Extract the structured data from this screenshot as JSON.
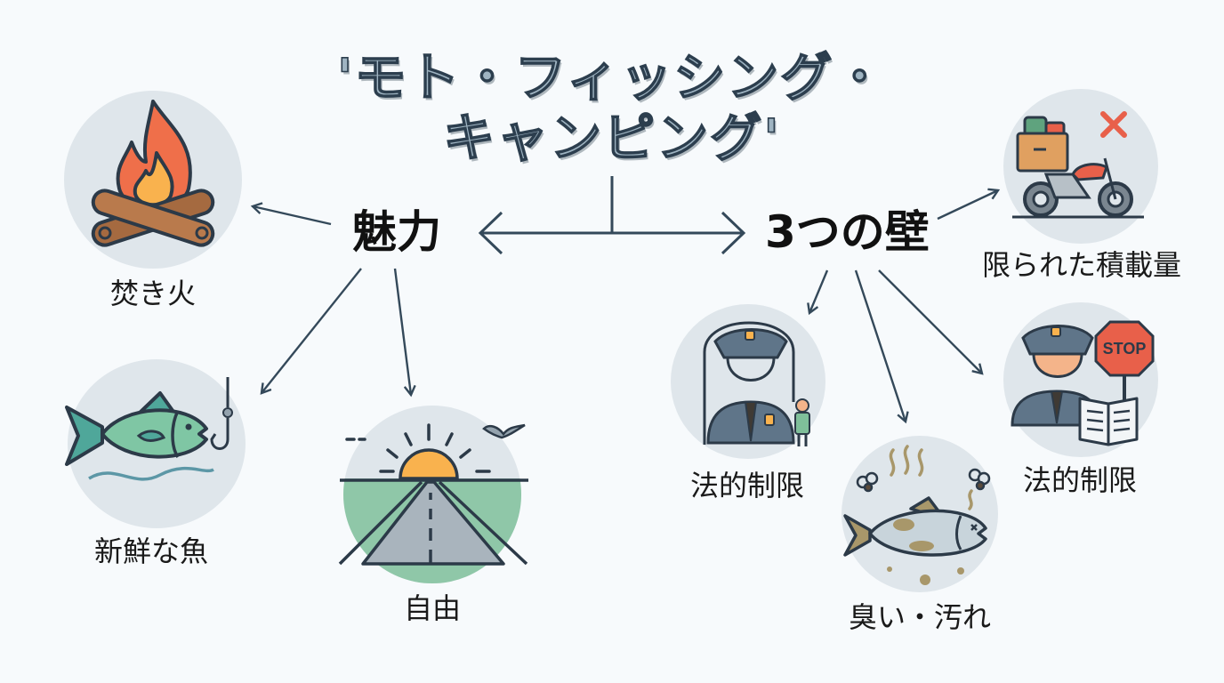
{
  "title": {
    "line1": "'モト・フィッシング・",
    "line2": "キャンピング'"
  },
  "hubs": {
    "appeal": "魅力",
    "barriers": "3つの壁"
  },
  "appeal_items": [
    {
      "label": "焚き火",
      "icon": "campfire-icon"
    },
    {
      "label": "新鮮な魚",
      "icon": "fish-hook-icon"
    },
    {
      "label": "自由",
      "icon": "open-road-sunrise-icon"
    }
  ],
  "barrier_items": [
    {
      "label": "限られた積載量",
      "icon": "loaded-motorcycle-icon"
    },
    {
      "label": "法的制限",
      "icon": "police-officer-icon"
    },
    {
      "label": "臭い・汚れ",
      "icon": "smelly-fish-icon"
    },
    {
      "label": "法的制限",
      "icon": "police-stop-sign-icon"
    }
  ],
  "colors": {
    "line": "#34495a",
    "circle": "#dfe6eb",
    "fire_outer": "#ef6f4a",
    "fire_inner": "#f9b24e",
    "wood": "#a56a40",
    "fish_green": "#7fc6a4",
    "road_green": "#8fc7a8",
    "uniform": "#5f7589",
    "stop_red": "#e8604a",
    "dirt": "#a8976a"
  }
}
